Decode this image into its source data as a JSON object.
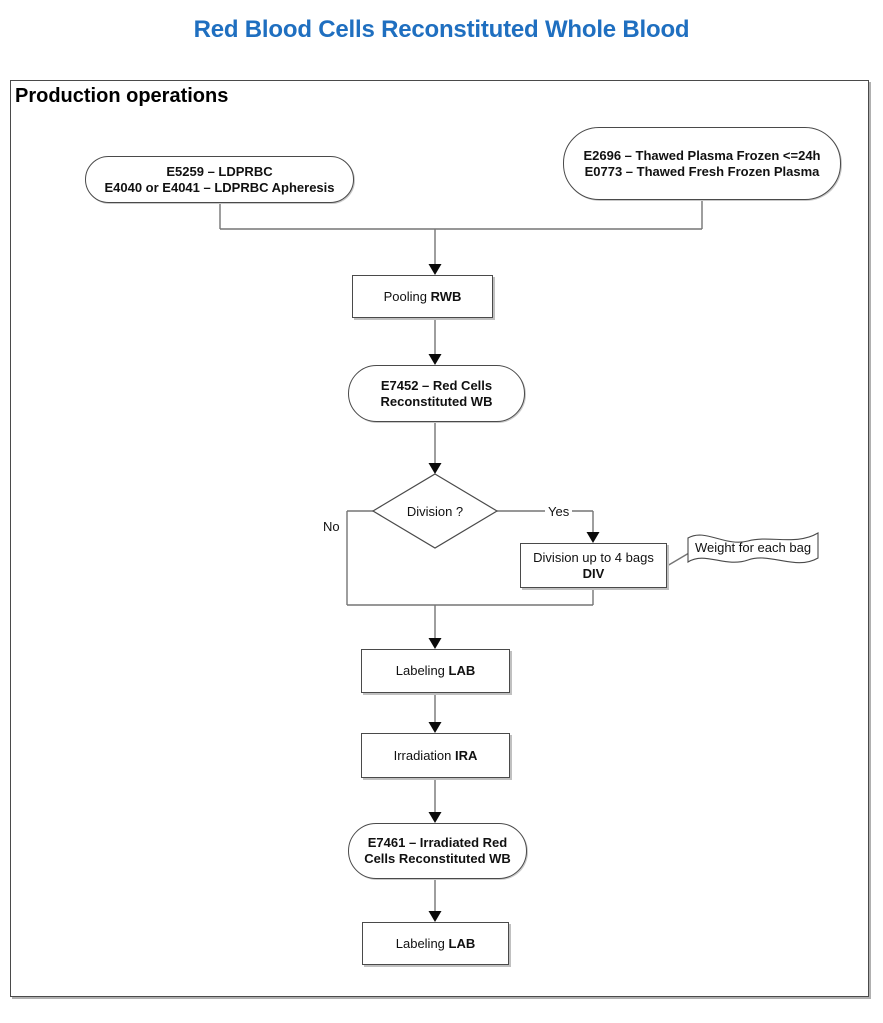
{
  "page_title": "Red Blood Cells Reconstituted Whole Blood",
  "frame": {
    "label": "Production operations"
  },
  "nodes": {
    "source_left": {
      "line1": "E5259 – LDPRBC",
      "line2": "E4040 or E4041 – LDPRBC Apheresis"
    },
    "source_right": {
      "line1": "E2696 – Thawed Plasma Frozen <=24h",
      "line2": "E0773 – Thawed Fresh Frozen Plasma"
    },
    "pooling": {
      "label": "Pooling",
      "code": "RWB"
    },
    "e7452": {
      "line1": "E7452 – Red Cells",
      "line2": "Reconstituted WB"
    },
    "decision": {
      "label": "Division ?"
    },
    "yes_label": "Yes",
    "no_label": "No",
    "division": {
      "label": "Division up to 4 bags",
      "code": "DIV"
    },
    "weight_note": {
      "label": "Weight for each bag"
    },
    "labeling1": {
      "label": "Labeling",
      "code": "LAB"
    },
    "irradiation": {
      "label": "Irradiation",
      "code": "IRA"
    },
    "e7461": {
      "line1": "E7461 – Irradiated Red",
      "line2": "Cells Reconstituted WB"
    },
    "labeling2": {
      "label": "Labeling",
      "code": "LAB"
    }
  },
  "colors": {
    "title_blue": "#1f6fc0",
    "connector_gray": "#757575",
    "border_gray": "#4a4a4a"
  }
}
